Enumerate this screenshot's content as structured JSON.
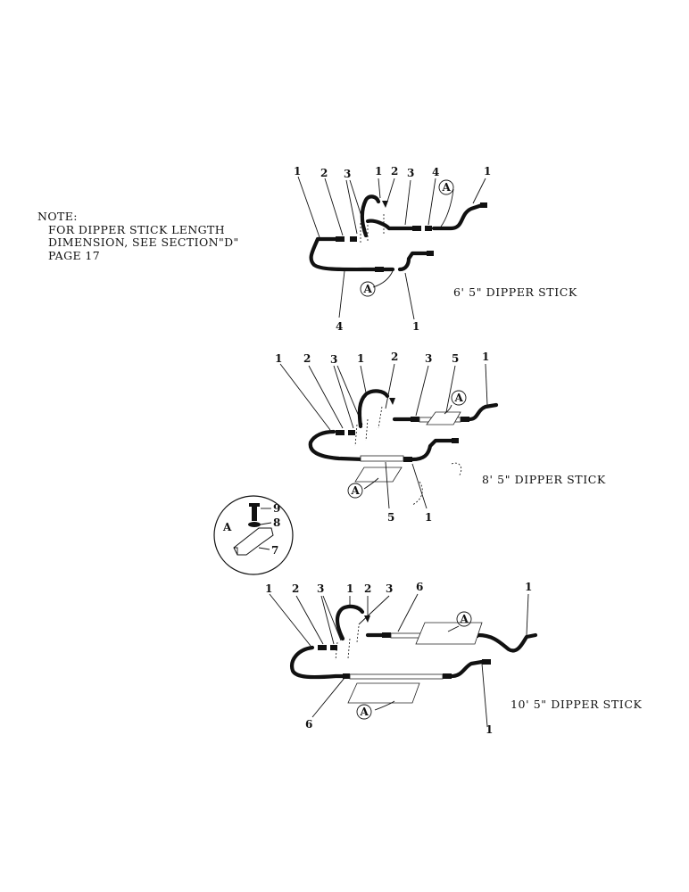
{
  "note": {
    "heading": "NOTE:",
    "line1": "FOR DIPPER STICK LENGTH",
    "line2": "DIMENSION, SEE SECTION\"D\"",
    "line3": "PAGE 17"
  },
  "assemblies": [
    {
      "caption": "6' 5\" DIPPER STICK",
      "callouts": [
        "1",
        "2",
        "3",
        "1",
        "2",
        "3",
        "4",
        "1",
        "4",
        "1"
      ],
      "clamp_marker": "A"
    },
    {
      "caption": "8' 5\" DIPPER STICK",
      "callouts": [
        "1",
        "2",
        "3",
        "1",
        "2",
        "3",
        "5",
        "1",
        "5",
        "1"
      ],
      "clamp_marker": "A"
    },
    {
      "caption": "10' 5\" DIPPER STICK",
      "callouts": [
        "1",
        "2",
        "3",
        "1",
        "2",
        "3",
        "6",
        "1",
        "6",
        "1"
      ],
      "clamp_marker": "A"
    }
  ],
  "detail": {
    "label": "A",
    "callouts": [
      "9",
      "8",
      "7"
    ]
  }
}
